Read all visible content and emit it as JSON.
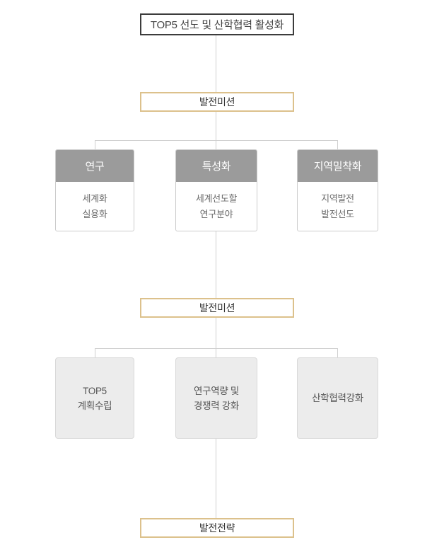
{
  "diagram": {
    "title_node": {
      "label": "TOP5 선도 및 산학협력 활성화"
    },
    "mission_band_top": {
      "label": "발전미션"
    },
    "mission_band_mid": {
      "label": "발전미션"
    },
    "strategy_band": {
      "label": "발전전략"
    },
    "pillars": [
      {
        "header": "연구",
        "lines": [
          "세계화",
          "실용화"
        ]
      },
      {
        "header": "특성화",
        "lines": [
          "세계선도할",
          "연구분야"
        ]
      },
      {
        "header": "지역밀착화",
        "lines": [
          "지역발전",
          "발전선도"
        ]
      }
    ],
    "strategies": [
      {
        "lines": [
          "TOP5",
          "계획수립"
        ]
      },
      {
        "lines": [
          "연구역량 및",
          "경쟁력 강화"
        ]
      },
      {
        "lines": [
          "산학협력강화"
        ]
      }
    ],
    "colors": {
      "root_border": "#3c3c3c",
      "band_border": "#dcc18c",
      "pillar_header_bg": "#9b9b9b",
      "pillar_header_text": "#ffffff",
      "gray_box_bg": "#ececec",
      "gray_box_border": "#d9d9d9",
      "connector": "#cfcfcf",
      "body_text": "#6b6b6b",
      "background": "#ffffff"
    }
  }
}
